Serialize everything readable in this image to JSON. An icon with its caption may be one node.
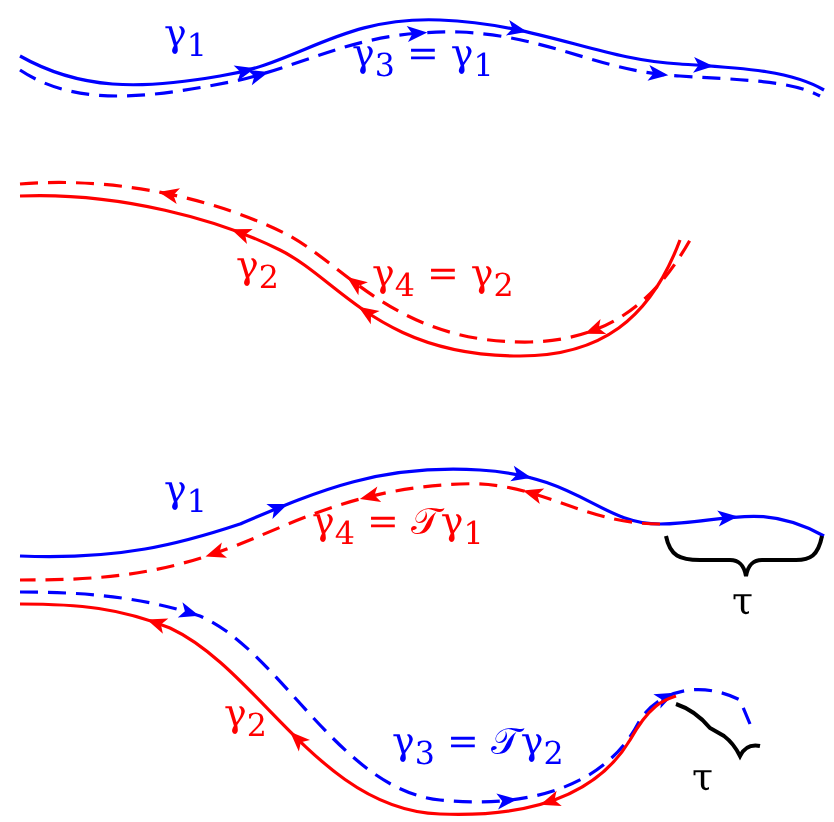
{
  "diagram": {
    "labels": [
      "γ$_{1}$",
      "γ$_{3}$ = γ$_{1}$",
      "γ$_{2}$",
      "γ$_{4}$ = γ$_{2}$",
      "γ$_{1}$",
      "γ$_{4}$ = 𝒯γ$_{1}$",
      "τ",
      "γ$_{2}$",
      "γ$_{3}$ = 𝒯γ$_{2}$",
      "τ"
    ]
  }
}
